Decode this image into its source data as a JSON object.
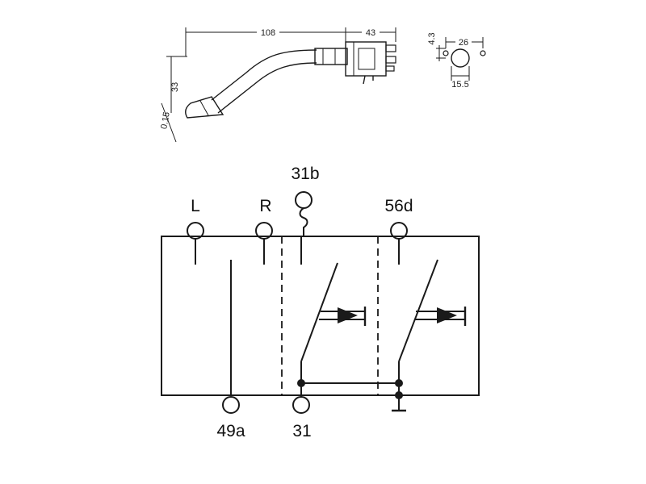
{
  "dimensions": {
    "length": "108",
    "head_width": "43",
    "height": "33",
    "angle": "0.15",
    "offset": "4.3",
    "spacing": "26",
    "hole": "15.5"
  },
  "terminals": {
    "left": "L",
    "right": "R",
    "t31b": "31b",
    "t56d": "56d",
    "t49a": "49a",
    "t31": "31"
  }
}
